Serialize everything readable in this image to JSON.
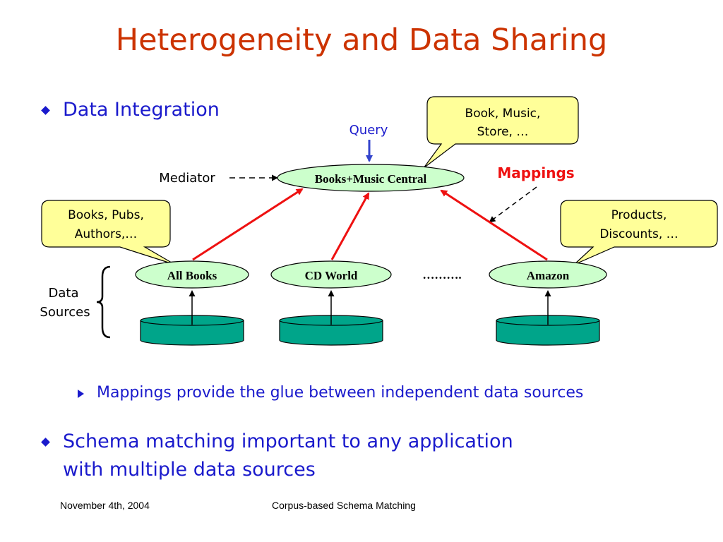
{
  "slide": {
    "title": "Heterogeneity and Data Sharing",
    "bullet1": "Data Integration",
    "sub_bullet": "Mappings provide the glue between independent data sources",
    "bullet2_line1": "Schema matching important to any application",
    "bullet2_line2": "with multiple data sources"
  },
  "diagram": {
    "query_label": "Query",
    "mediator_label": "Mediator",
    "mediator_node": "Books+Music Central",
    "mappings_label": "Mappings",
    "callout_mediator": [
      "Book, Music,",
      "Store, …"
    ],
    "callout_allbooks": [
      "Books, Pubs,",
      "Authors,…"
    ],
    "callout_amazon": [
      "Products,",
      "Discounts, …"
    ],
    "sources": [
      "All Books",
      "CD World",
      "Amazon"
    ],
    "ellipsis": "……….",
    "data_sources_label": [
      "Data",
      "Sources"
    ]
  },
  "footer": {
    "date": "November 4th, 2004",
    "center": "Corpus-based Schema Matching"
  },
  "colors": {
    "title": "#cc3300",
    "bullet_text": "#1a1acc",
    "node_fill": "#ccffcc",
    "callout_fill": "#ffff99",
    "cylinder_fill": "#00a58a",
    "arrow_red": "#ee1111",
    "mappings_red": "#ee1111"
  }
}
